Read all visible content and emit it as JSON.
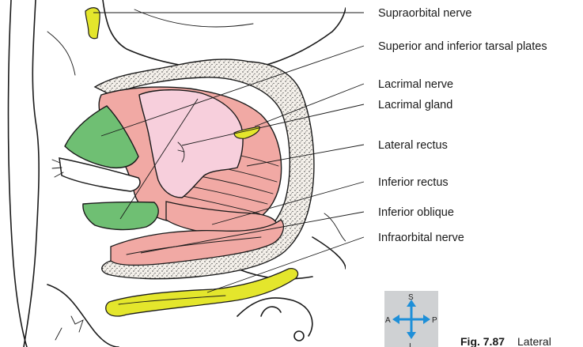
{
  "labels": {
    "supraorbital_nerve": "Supraorbital nerve",
    "tarsal_plates": "Superior and inferior tarsal plates",
    "lacrimal_nerve": "Lacrimal nerve",
    "lacrimal_gland": "Lacrimal gland",
    "lateral_rectus": "Lateral rectus",
    "inferior_rectus": "Inferior rectus",
    "inferior_oblique": "Inferior oblique",
    "infraorbital_nerve": "Infraorbital nerve"
  },
  "compass": {
    "superior": "S",
    "inferior": "I",
    "anterior": "A",
    "posterior": "P"
  },
  "caption": {
    "number": "Fig. 7.87",
    "text": "Lateral"
  },
  "colors": {
    "tarsal_plate": "#6fbf73",
    "muscle": "#f1a9a4",
    "lacrimal_gland": "#f7cfdc",
    "nerve": "#e4e62c",
    "bone_stipple": "#e8e2d8",
    "compass_bg": "#cfd1d3",
    "compass_arrow": "#1e8fd8"
  }
}
